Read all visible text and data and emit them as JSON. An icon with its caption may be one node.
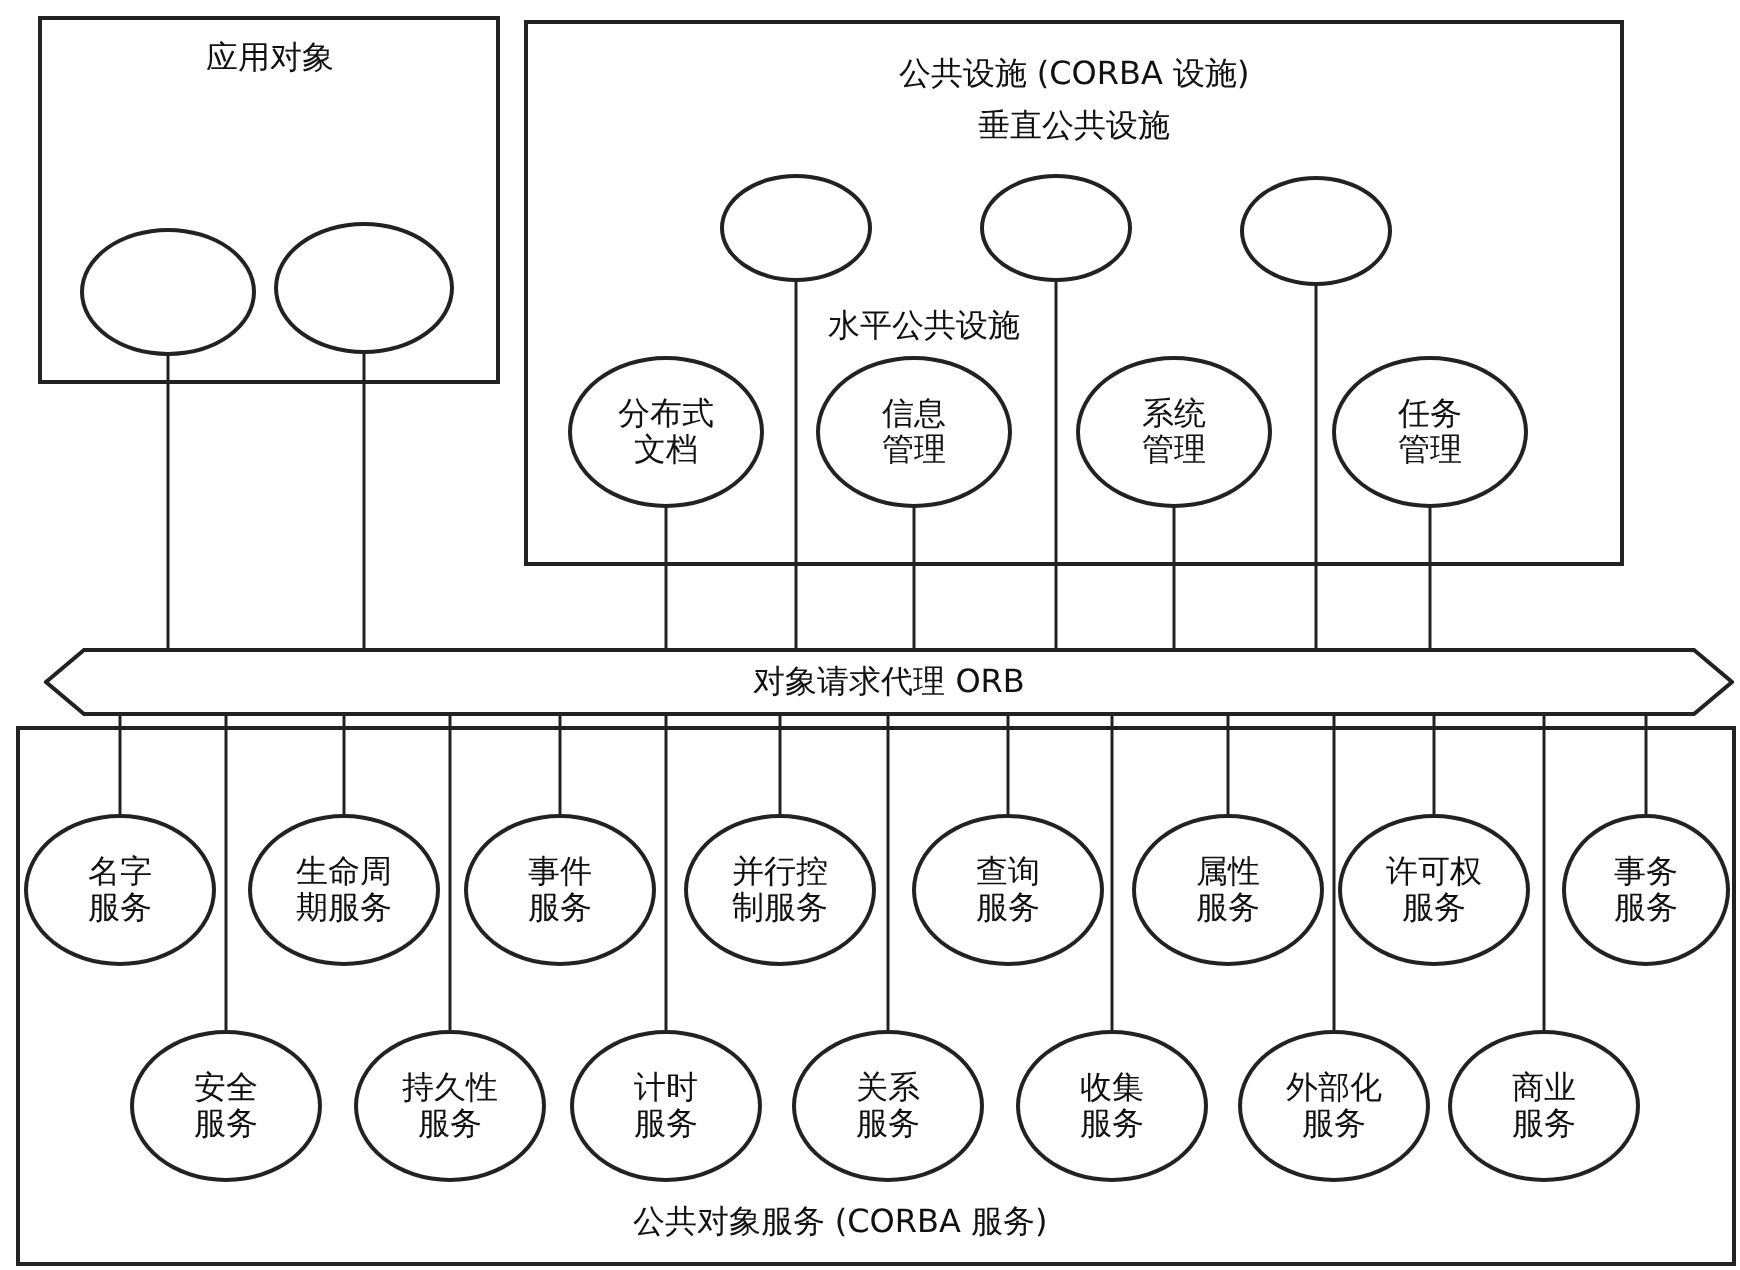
{
  "diagram": {
    "nodes": [
      {
        "text": [
          "应用对象"
        ]
      },
      {
        "text": [],
        "shape": "circle",
        "in": 0
      },
      {
        "text": [],
        "shape": "circle",
        "in": 0
      },
      {
        "text": [
          "公共设施 (CORBA 设施)",
          "垂直公共设施",
          "水平公共设施"
        ]
      },
      {
        "text": [],
        "shape": "circle",
        "in": 3
      },
      {
        "text": [],
        "shape": "circle",
        "in": 3
      },
      {
        "text": [],
        "shape": "circle",
        "in": 3
      },
      {
        "text": [
          "分布式文档"
        ],
        "in": 3
      },
      {
        "text": [
          "信息管理"
        ],
        "in": 3
      },
      {
        "text": [
          "系统管理"
        ],
        "in": 3
      },
      {
        "text": [
          "任务管理"
        ],
        "in": 3
      },
      {
        "text": [
          "对象请求代理 ORB"
        ]
      },
      {
        "text": [
          "公共对象服务 (CORBA 服务)"
        ]
      },
      {
        "text": [
          "名字服务"
        ],
        "in": 12
      },
      {
        "text": [
          "生命周期服务"
        ],
        "in": 12
      },
      {
        "text": [
          "事件服务"
        ],
        "in": 12
      },
      {
        "text": [
          "并行控制服务"
        ],
        "in": 12
      },
      {
        "text": [
          "查询服务"
        ],
        "in": 12
      },
      {
        "text": [
          "属性服务"
        ],
        "in": 12
      },
      {
        "text": [
          "许可权服务"
        ],
        "in": 12
      },
      {
        "text": [
          "事务服务"
        ],
        "in": 12
      },
      {
        "text": [
          "安全服务"
        ],
        "in": 12
      },
      {
        "text": [
          "持久性服务"
        ],
        "in": 12
      },
      {
        "text": [
          "计时服务"
        ],
        "in": 12
      },
      {
        "text": [
          "关系服务"
        ],
        "in": 12
      },
      {
        "text": [
          "收集服务"
        ],
        "in": 12
      },
      {
        "text": [
          "外部化服务"
        ],
        "in": 12
      },
      {
        "text": [
          "商业服务"
        ],
        "in": 12
      }
    ],
    "edges": [
      {
        "from": 1,
        "to": 11,
        "arrow": "none"
      },
      {
        "from": 2,
        "to": 11,
        "arrow": "none"
      },
      {
        "from": 4,
        "to": 11,
        "arrow": "none"
      },
      {
        "from": 5,
        "to": 11,
        "arrow": "none"
      },
      {
        "from": 6,
        "to": 11,
        "arrow": "none"
      },
      {
        "from": 7,
        "to": 11,
        "arrow": "none"
      },
      {
        "from": 8,
        "to": 11,
        "arrow": "none"
      },
      {
        "from": 9,
        "to": 11,
        "arrow": "none"
      },
      {
        "from": 10,
        "to": 11,
        "arrow": "none"
      },
      {
        "from": 11,
        "to": 13,
        "arrow": "none"
      },
      {
        "from": 11,
        "to": 14,
        "arrow": "none"
      },
      {
        "from": 11,
        "to": 15,
        "arrow": "none"
      },
      {
        "from": 11,
        "to": 16,
        "arrow": "none"
      },
      {
        "from": 11,
        "to": 17,
        "arrow": "none"
      },
      {
        "from": 11,
        "to": 18,
        "arrow": "none"
      },
      {
        "from": 11,
        "to": 19,
        "arrow": "none"
      },
      {
        "from": 11,
        "to": 20,
        "arrow": "none"
      },
      {
        "from": 11,
        "to": 21,
        "arrow": "none"
      },
      {
        "from": 11,
        "to": 22,
        "arrow": "none"
      },
      {
        "from": 11,
        "to": 23,
        "arrow": "none"
      },
      {
        "from": 11,
        "to": 24,
        "arrow": "none"
      },
      {
        "from": 11,
        "to": 25,
        "arrow": "none"
      },
      {
        "from": 11,
        "to": 26,
        "arrow": "none"
      },
      {
        "from": 11,
        "to": 27,
        "arrow": "none"
      }
    ]
  }
}
